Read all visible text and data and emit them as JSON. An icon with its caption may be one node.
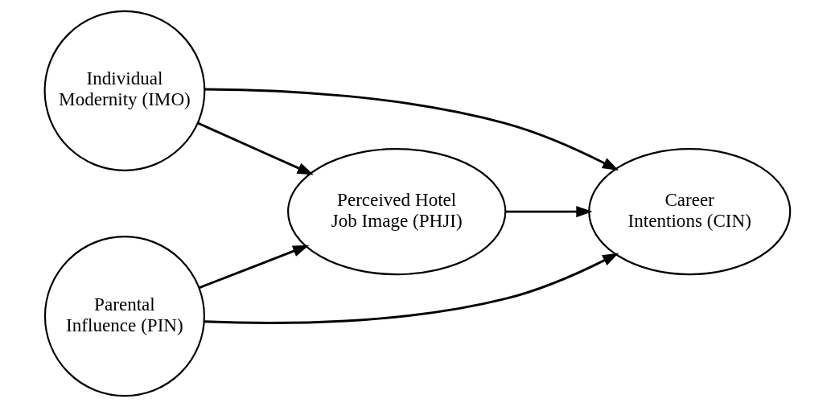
{
  "diagram": {
    "nodes": [
      {
        "text": [
          "Individual Modernity (IMO)"
        ]
      },
      {
        "text": [
          "Parental Influence (PIN)"
        ]
      },
      {
        "text": [
          "Perceived Hotel Job Image (PHJI)"
        ]
      },
      {
        "text": [
          "Career Intentions (CIN)"
        ]
      }
    ],
    "edges": [
      {
        "from": 0,
        "to": 3,
        "arrow": "to"
      },
      {
        "from": 0,
        "to": 2,
        "arrow": "to"
      },
      {
        "from": 1,
        "to": 2,
        "arrow": "to"
      },
      {
        "from": 1,
        "to": 3,
        "arrow": "to"
      },
      {
        "from": 2,
        "to": 3,
        "arrow": "to"
      }
    ]
  }
}
